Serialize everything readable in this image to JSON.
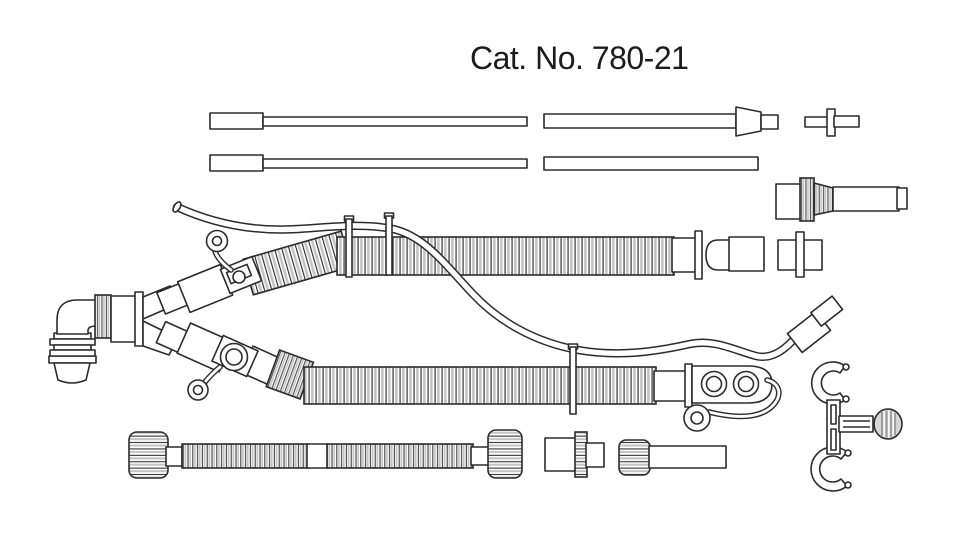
{
  "title": "Cat. No. 780-21",
  "colors": {
    "background": "#ffffff",
    "line": "#2b2b2b",
    "shade_light": "#d7d7d7",
    "shade_mid": "#c4c4c4",
    "text": "#1c1c1c"
  },
  "diagram": {
    "type": "line-art-product-diagram",
    "subject": "breathing-circuit-kit-components",
    "parts": [
      "support-rod-1",
      "support-rod-2",
      "sampling-tube-with-nozzle",
      "luer-adapter-small",
      "plain-tube",
      "swivel-adapter-assembly",
      "inspiratory-limb-corrugated",
      "limb-connector",
      "straight-connector-flanged",
      "patient-elbow",
      "wye-body",
      "upper-port-luer-cap",
      "lower-port-luer-cap",
      "gas-sampling-line",
      "line-tie-clips",
      "expiratory-limb-corrugated",
      "dual-port-manifold-with-cap",
      "extension-tube-with-nuts",
      "mid-adapter",
      "right-adapter-with-tube",
      "double-hose-clip"
    ]
  }
}
